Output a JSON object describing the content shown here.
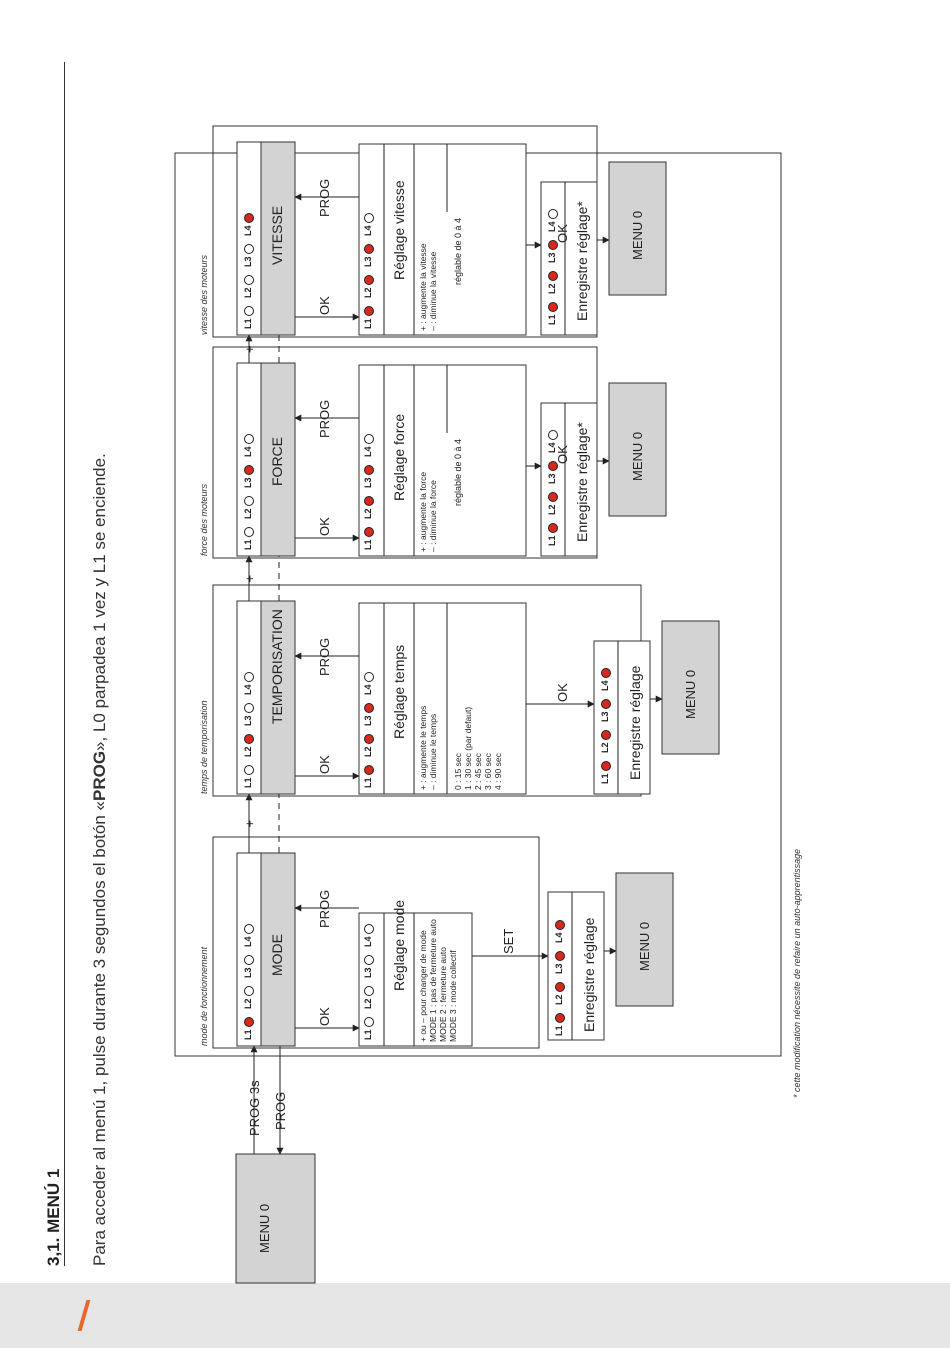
{
  "section": {
    "title": "3,1. MENÚ 1"
  },
  "intro": {
    "before": "Para acceder al menú 1, pulse durante 3 segundos el botón «",
    "bold": "PROG",
    "after": "», L0 parpadea 1 vez y L1 se enciende."
  },
  "start": {
    "menu": "MENU 0",
    "enter_label": "PROG 3s",
    "back_label": "PROG"
  },
  "footnote": "* cette modification nécessite de refaire un auto-apprentissage",
  "common": {
    "ok": "OK",
    "prog": "PROG",
    "plus": "+",
    "menu": "MENU 0",
    "leds": [
      "L1",
      "L2",
      "L3",
      "L4"
    ]
  },
  "colors": {
    "led_on": "#d42a1e",
    "led_off": "#ffffff",
    "box_fill": "#d3d3d3",
    "accent": "#e8672a"
  },
  "modules": [
    {
      "tag": "mode de fonctionnement",
      "title": "MODE",
      "leds_main": [
        true,
        false,
        false,
        false
      ],
      "setting_title": "Réglage mode",
      "leds_setting": [
        false,
        false,
        false,
        false
      ],
      "notes": [
        "+ ou – pour changer de mode",
        "MODE 1 : pas de fermeture auto",
        "MODE 2 : fermeture auto",
        "MODE 3 : mode collectif"
      ],
      "confirm_key": "SET",
      "save_title": "Enregistre réglage",
      "leds_save": [
        true,
        true,
        true,
        true
      ]
    },
    {
      "tag": "temps de temporisation",
      "title": "TEMPORISATION",
      "leds_main": [
        false,
        true,
        false,
        false
      ],
      "setting_title": "Réglage temps",
      "leds_setting": [
        true,
        true,
        true,
        false
      ],
      "notes": [
        "+ : augmente le temps",
        "– : diminue le temps"
      ],
      "values": [
        "0 : 15 sec",
        "1 : 30 sec  (par defaut)",
        "2 : 45 sec",
        "3 : 60 sec",
        "4 : 90 sec"
      ],
      "confirm_key": "OK",
      "save_title": "Enregistre réglage",
      "leds_save": [
        true,
        true,
        true,
        true
      ]
    },
    {
      "tag": "force des moteurs",
      "title": "FORCE",
      "leds_main": [
        false,
        false,
        true,
        false
      ],
      "setting_title": "Réglage force",
      "leds_setting": [
        true,
        true,
        true,
        false
      ],
      "notes": [
        "+ : augmente la force",
        "– : diminue la force"
      ],
      "range": "réglable de 0 à 4",
      "confirm_key": "OK",
      "save_title": "Enregistre réglage*",
      "leds_save": [
        true,
        true,
        true,
        false
      ]
    },
    {
      "tag": "vitesse des moteurs",
      "title": "VITESSE",
      "leds_main": [
        false,
        false,
        false,
        true
      ],
      "setting_title": "Réglage vitesse",
      "leds_setting": [
        true,
        true,
        true,
        false
      ],
      "notes": [
        "+ : augmente la vitesse",
        "– : diminue la vitesse"
      ],
      "range": "réglable de 0 à 4",
      "confirm_key": "OK",
      "save_title": "Enregistre réglage*",
      "leds_save": [
        true,
        true,
        true,
        false
      ]
    }
  ]
}
